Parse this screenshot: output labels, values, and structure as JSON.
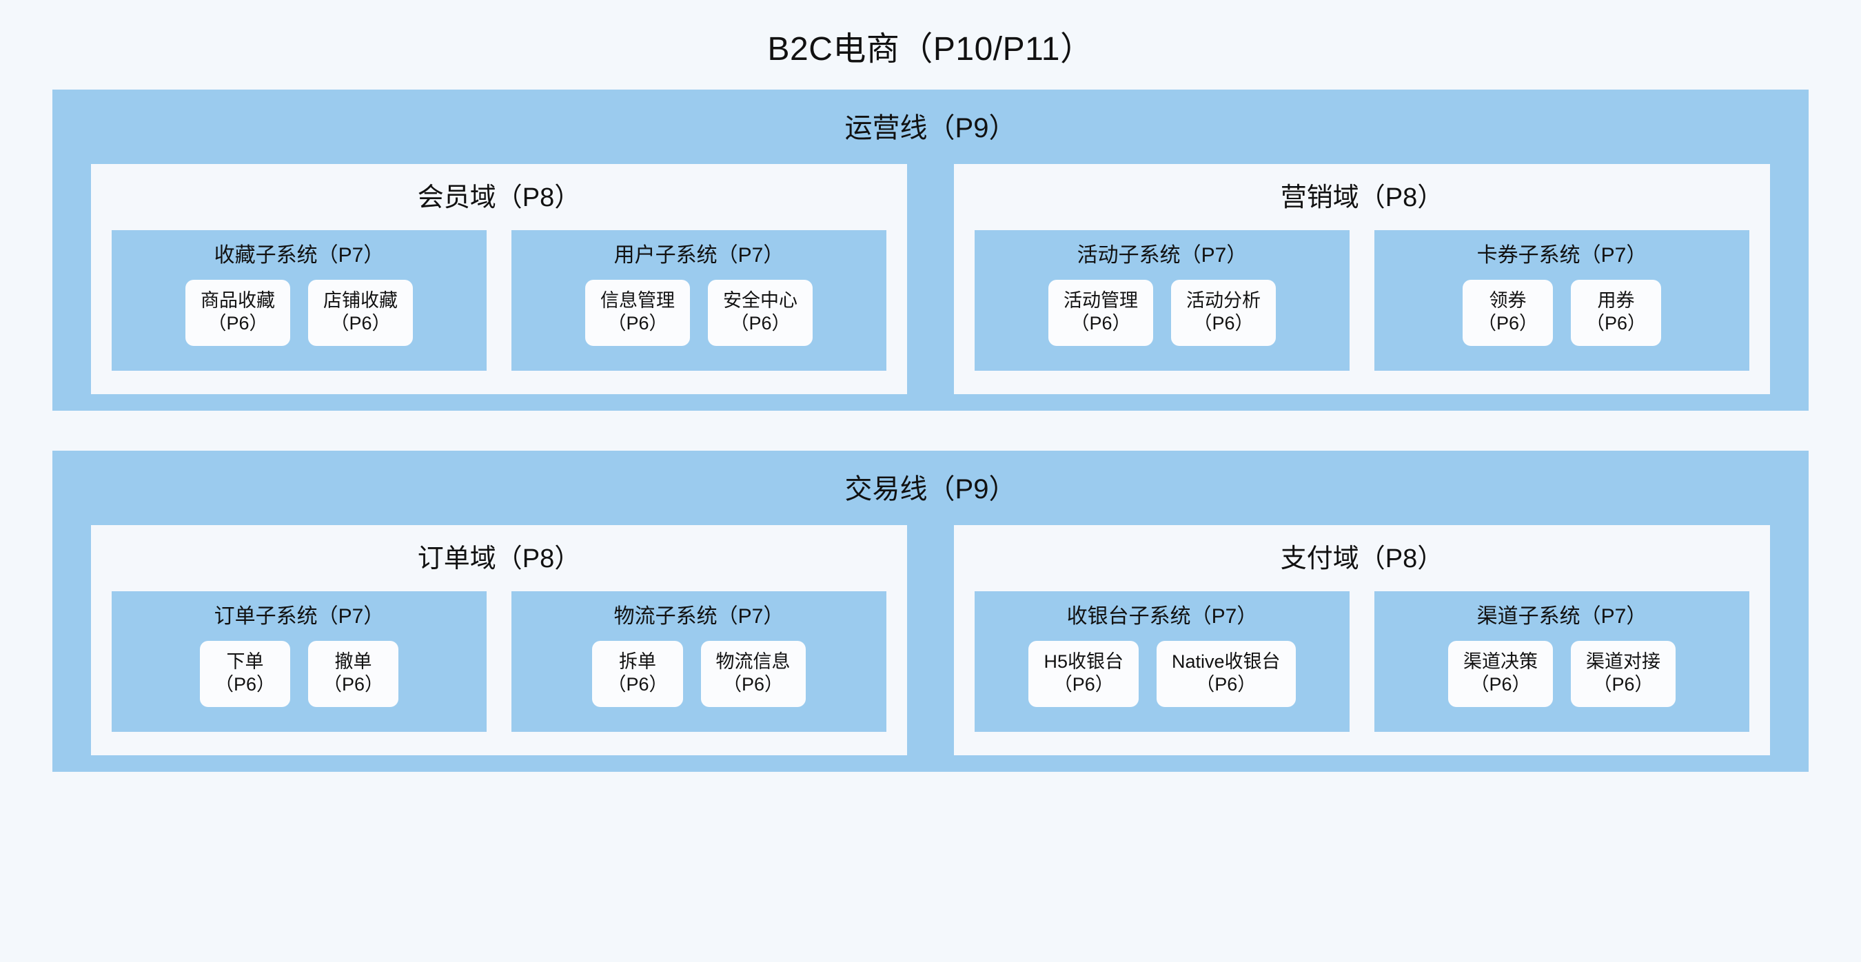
{
  "title": "B2C电商（P10/P11）",
  "colors": {
    "page_background": "#f4f8fc",
    "line_background": "#9bcbee",
    "domain_background": "#f5f8fc",
    "subsystem_background": "#9bcbee",
    "module_background": "#fbfcfe",
    "text": "#111111"
  },
  "lines": [
    {
      "title": "运营线（P9）",
      "domains": [
        {
          "title": "会员域（P8）",
          "subsystems": [
            {
              "title": "收藏子系统（P7）",
              "modules": [
                {
                  "name": "商品收藏",
                  "level": "（P6）"
                },
                {
                  "name": "店铺收藏",
                  "level": "（P6）"
                }
              ]
            },
            {
              "title": "用户子系统（P7）",
              "modules": [
                {
                  "name": "信息管理",
                  "level": "（P6）"
                },
                {
                  "name": "安全中心",
                  "level": "（P6）"
                }
              ]
            }
          ]
        },
        {
          "title": "营销域（P8）",
          "subsystems": [
            {
              "title": "活动子系统（P7）",
              "modules": [
                {
                  "name": "活动管理",
                  "level": "（P6）"
                },
                {
                  "name": "活动分析",
                  "level": "（P6）"
                }
              ]
            },
            {
              "title": "卡券子系统（P7）",
              "modules": [
                {
                  "name": "领券",
                  "level": "（P6）"
                },
                {
                  "name": "用券",
                  "level": "（P6）"
                }
              ]
            }
          ]
        }
      ]
    },
    {
      "title": "交易线（P9）",
      "domains": [
        {
          "title": "订单域（P8）",
          "subsystems": [
            {
              "title": "订单子系统（P7）",
              "modules": [
                {
                  "name": "下单",
                  "level": "（P6）"
                },
                {
                  "name": "撤单",
                  "level": "（P6）"
                }
              ]
            },
            {
              "title": "物流子系统（P7）",
              "modules": [
                {
                  "name": "拆单",
                  "level": "（P6）"
                },
                {
                  "name": "物流信息",
                  "level": "（P6）"
                }
              ]
            }
          ]
        },
        {
          "title": "支付域（P8）",
          "subsystems": [
            {
              "title": "收银台子系统（P7）",
              "modules": [
                {
                  "name": "H5收银台",
                  "level": "（P6）"
                },
                {
                  "name": "Native收银台",
                  "level": "（P6）"
                }
              ]
            },
            {
              "title": "渠道子系统（P7）",
              "modules": [
                {
                  "name": "渠道决策",
                  "level": "（P6）"
                },
                {
                  "name": "渠道对接",
                  "level": "（P6）"
                }
              ]
            }
          ]
        }
      ]
    }
  ]
}
